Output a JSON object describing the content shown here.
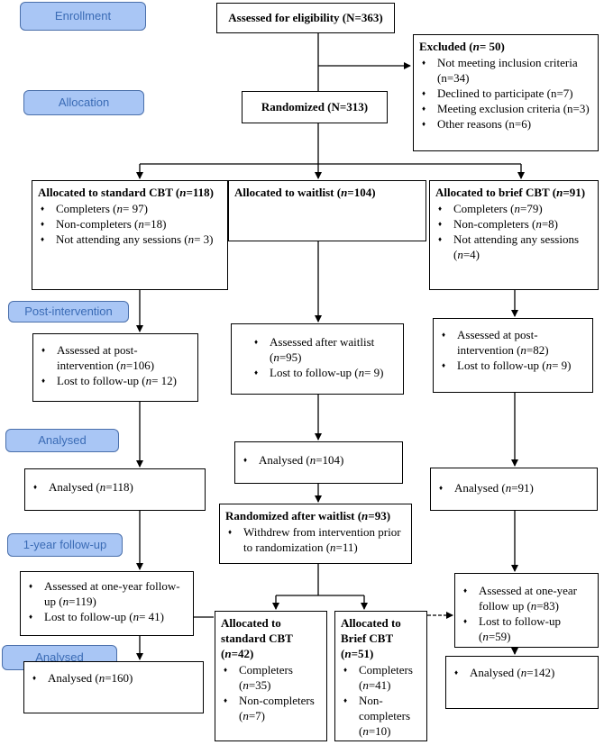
{
  "stages": {
    "enrollment": "Enrollment",
    "allocation": "Allocation",
    "post_intervention": "Post-intervention",
    "analysed_1": "Analysed",
    "followup": "1-year follow-up",
    "analysed_2": "Analysed"
  },
  "assessed": {
    "label": "Assessed for eligibility (N=363)"
  },
  "excluded": {
    "title_pre": "Excluded (",
    "title_n": "n",
    "title_post": "= 50)",
    "items": [
      "Not meeting inclusion criteria (n=34)",
      "Declined to participate (n=7)",
      "Meeting exclusion criteria (n=3)",
      "Other reasons (n=6)"
    ]
  },
  "randomized": {
    "label": "Randomized (N=313)"
  },
  "arm_standard": {
    "title_a": "Allocated to standard CBT (",
    "title_n": "n",
    "title_b": "=118)",
    "items": [
      {
        "pre": "Completers (",
        "n": "n",
        "post": "= 97)"
      },
      {
        "pre": "Non-completers (",
        "n": "n",
        "post": "=18)"
      },
      {
        "pre": "Not attending any sessions (",
        "n": "n",
        "post": "= 3)"
      }
    ],
    "post": [
      {
        "pre": "Assessed at post-intervention (",
        "n": "n",
        "post": "=106)"
      },
      {
        "pre": "Lost to follow-up (",
        "n": "n",
        "post": "= 12)"
      }
    ],
    "analysed": {
      "pre": "Analysed  (",
      "n": "n",
      "post": "=118)"
    },
    "followup": [
      {
        "pre": "Assessed at one-year follow-up (",
        "n": "n",
        "post": "=119)"
      },
      {
        "pre": "Lost to follow-up (",
        "n": "n",
        "post": "= 41)"
      }
    ],
    "final": {
      "pre": "Analysed  (",
      "n": "n",
      "post": "=160)"
    }
  },
  "arm_waitlist": {
    "title_a": "Allocated to waitlist (",
    "title_n": "n",
    "title_b": "=104)",
    "post": [
      {
        "pre": "Assessed after waitlist (",
        "n": "n",
        "post": "=95)"
      },
      {
        "pre": "Lost to follow-up (",
        "n": "n",
        "post": "= 9)"
      }
    ],
    "analysed": {
      "pre": "Analysed  (",
      "n": "n",
      "post": "=104)"
    },
    "rerandomized": {
      "title_a": "Randomized after waitlist (",
      "title_n": "n",
      "title_b": "=93)",
      "items": [
        {
          "pre": "Withdrew from intervention prior to randomization (",
          "n": "n",
          "post": "=11)"
        }
      ]
    },
    "sub_standard": {
      "title_a": "Allocated to standard CBT (",
      "title_n": "n",
      "title_b": "=42)",
      "items": [
        {
          "pre": "Completers (",
          "n": "n",
          "post": "=35)"
        },
        {
          "pre": "Non-completers (",
          "n": "n",
          "post": "=7)"
        }
      ]
    },
    "sub_brief": {
      "title_a": "Allocated to Brief CBT (",
      "title_n": "n",
      "title_b": "=51)",
      "items": [
        {
          "pre": "Completers (",
          "n": "n",
          "post": "=41)"
        },
        {
          "pre": "Non-completers (",
          "n": "n",
          "post": "=10)"
        }
      ]
    }
  },
  "arm_brief": {
    "title_a": "Allocated to brief CBT (",
    "title_n": "n",
    "title_b": "=91)",
    "items": [
      {
        "pre": "Completers (",
        "n": "n",
        "post": "=79)"
      },
      {
        "pre": "Non-completers (",
        "n": "n",
        "post": "=8)"
      },
      {
        "pre": "Not attending any sessions (",
        "n": "n",
        "post": "=4)"
      }
    ],
    "post": [
      {
        "pre": "Assessed at post-intervention (",
        "n": "n",
        "post": "=82)"
      },
      {
        "pre": "Lost to follow-up (",
        "n": "n",
        "post": "= 9)"
      }
    ],
    "analysed": {
      "pre": "Analysed  (",
      "n": "n",
      "post": "=91)"
    },
    "followup": [
      {
        "pre": "Assessed at one-year follow up (",
        "n": "n",
        "post": "=83)"
      },
      {
        "pre": "Lost to follow-up (",
        "n": "n",
        "post": "=59)"
      }
    ],
    "final": {
      "pre": "Analysed  (",
      "n": "n",
      "post": "=142)"
    }
  }
}
